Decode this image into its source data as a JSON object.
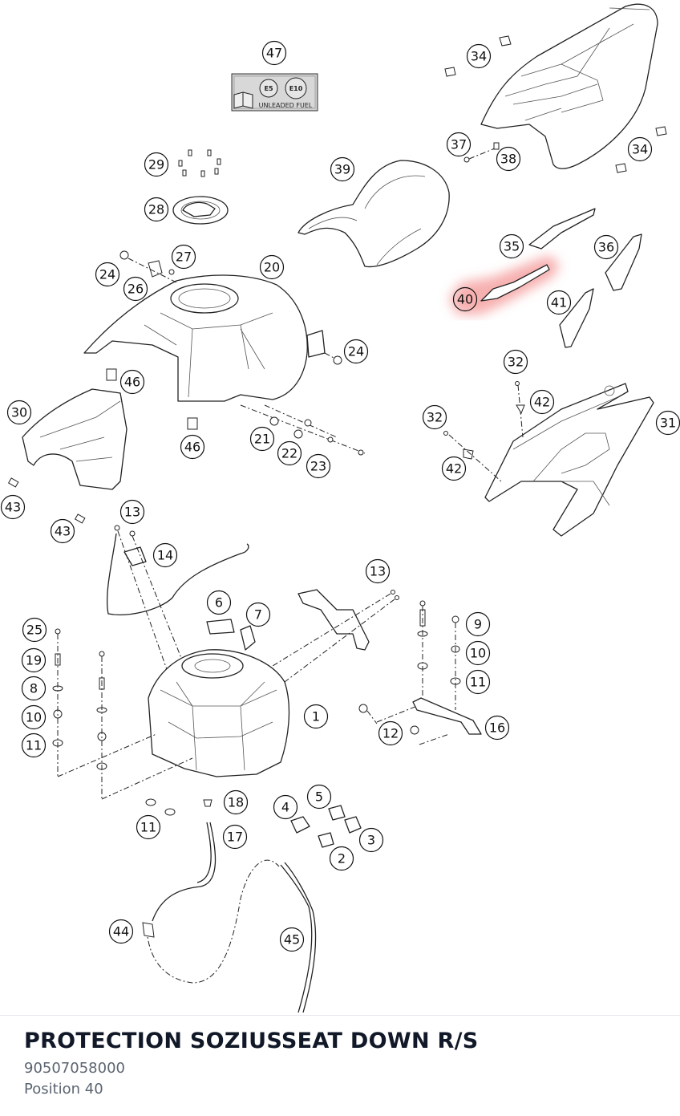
{
  "part": {
    "title": "PROTECTION SOZIUSSEAT DOWN R/S",
    "number": "90507058000",
    "position_label": "Position 40"
  },
  "fuel_label": {
    "e5": "E5",
    "e10": "E10",
    "text": "UNLEADED FUEL",
    "icon": "manual-book-icon"
  },
  "highlight_color": "#f08080",
  "callouts": [
    {
      "n": "47"
    },
    {
      "n": "34"
    },
    {
      "n": "34"
    },
    {
      "n": "37"
    },
    {
      "n": "38"
    },
    {
      "n": "39"
    },
    {
      "n": "29"
    },
    {
      "n": "28"
    },
    {
      "n": "27"
    },
    {
      "n": "24"
    },
    {
      "n": "26"
    },
    {
      "n": "20"
    },
    {
      "n": "35"
    },
    {
      "n": "36"
    },
    {
      "n": "40",
      "highlighted": true
    },
    {
      "n": "41"
    },
    {
      "n": "24"
    },
    {
      "n": "46"
    },
    {
      "n": "32"
    },
    {
      "n": "42"
    },
    {
      "n": "30"
    },
    {
      "n": "32"
    },
    {
      "n": "31"
    },
    {
      "n": "21"
    },
    {
      "n": "22"
    },
    {
      "n": "23"
    },
    {
      "n": "46"
    },
    {
      "n": "42"
    },
    {
      "n": "43"
    },
    {
      "n": "43"
    },
    {
      "n": "13"
    },
    {
      "n": "14"
    },
    {
      "n": "13"
    },
    {
      "n": "6"
    },
    {
      "n": "7"
    },
    {
      "n": "25"
    },
    {
      "n": "9"
    },
    {
      "n": "19"
    },
    {
      "n": "10"
    },
    {
      "n": "8"
    },
    {
      "n": "11"
    },
    {
      "n": "10"
    },
    {
      "n": "1"
    },
    {
      "n": "11"
    },
    {
      "n": "12"
    },
    {
      "n": "16"
    },
    {
      "n": "18"
    },
    {
      "n": "5"
    },
    {
      "n": "4"
    },
    {
      "n": "11"
    },
    {
      "n": "17"
    },
    {
      "n": "3"
    },
    {
      "n": "2"
    },
    {
      "n": "44"
    },
    {
      "n": "45"
    }
  ]
}
